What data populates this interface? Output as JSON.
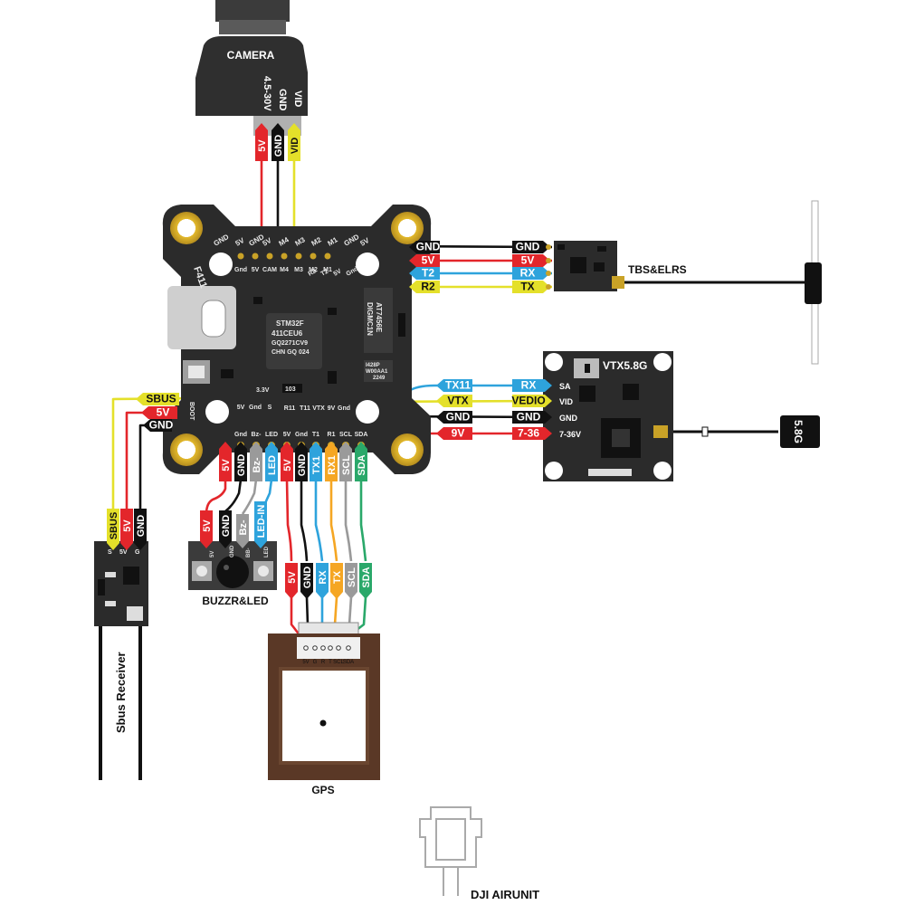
{
  "colors": {
    "red": "#e3262b",
    "black": "#111111",
    "yellow": "#e4e02a",
    "blue": "#2ea3dc",
    "orange": "#f5a623",
    "gray": "#9a9a9a",
    "green": "#2aa86a",
    "board": "#2b2b2b",
    "pad": "#c9a227"
  },
  "camera": {
    "title": "CAMERA",
    "pins": [
      "4.5-30V",
      "GND",
      "VID"
    ],
    "wires": [
      "5V",
      "GND",
      "VID"
    ]
  },
  "fc": {
    "model": "F411",
    "top_pads": [
      "GND",
      "5V",
      "GND",
      "5V",
      "M4",
      "M3",
      "M2",
      "M1",
      "GND",
      "5V"
    ],
    "top_inner": [
      "Gnd",
      "5V",
      "CAM",
      "M4",
      "M3",
      "M2",
      "M1"
    ],
    "uart2": [
      "R2",
      "T2",
      "5V",
      "Gnd"
    ],
    "bottom_pads": [
      "Gnd",
      "Bz-",
      "LED",
      "5V",
      "Gnd",
      "T1",
      "R1",
      "SCL",
      "SDA"
    ],
    "left_pads": [
      "5V",
      "Gnd",
      "S"
    ],
    "right_pads": [
      "R11",
      "T11",
      "VTX",
      "9V",
      "Gnd"
    ],
    "mcu": [
      "STM32F",
      "411CEU6",
      "GQ2271CV9",
      "CHN GQ 024"
    ],
    "osd": [
      "AT7456E",
      "DIGMC1N"
    ],
    "baro": [
      "I428P",
      "W00AA1",
      "2249"
    ],
    "resistor": "103",
    "boot": "BOOT",
    "v33": "3.3V"
  },
  "elrs": {
    "name": "TBS&ELRS",
    "fc_side": [
      "GND",
      "5V",
      "T2",
      "R2"
    ],
    "rx_side": [
      "GND",
      "5V",
      "RX",
      "TX"
    ]
  },
  "vtx": {
    "name": "VTX5.8G",
    "fc_side": [
      "TX11",
      "VTX",
      "GND",
      "9V"
    ],
    "module_tags": [
      "RX",
      "VEDIO",
      "GND",
      "7-36"
    ],
    "module_pins": [
      "SA",
      "VID",
      "GND",
      "7-36V"
    ],
    "antenna": "5.8G"
  },
  "receiver": {
    "name": "Sbus Receiver",
    "fc_tags": [
      "SBUS",
      "5V",
      "GND"
    ],
    "module_tags": [
      "SBUS",
      "5V",
      "GND"
    ],
    "silk": [
      "S",
      "5V",
      "G"
    ]
  },
  "buzzer": {
    "name": "BUZZR&LED",
    "fc_tags": [
      "5V",
      "GND",
      "Bz-",
      "LED"
    ],
    "module_tags": [
      "5V",
      "GND",
      "Bz-",
      "LED-IN"
    ],
    "silk": [
      "5V",
      "GND",
      "BB-",
      "LED"
    ]
  },
  "gps": {
    "name": "GPS",
    "fc_tags": [
      "5V",
      "GND",
      "TX1",
      "RX1",
      "SCL",
      "SDA"
    ],
    "module_tags": [
      "5V",
      "GND",
      "RX",
      "TX",
      "SCL",
      "SDA"
    ],
    "connector": [
      "5V",
      "G",
      "R",
      "T",
      "SCL",
      "SDA"
    ]
  },
  "dji": {
    "name": "DJI AIRUNIT"
  }
}
